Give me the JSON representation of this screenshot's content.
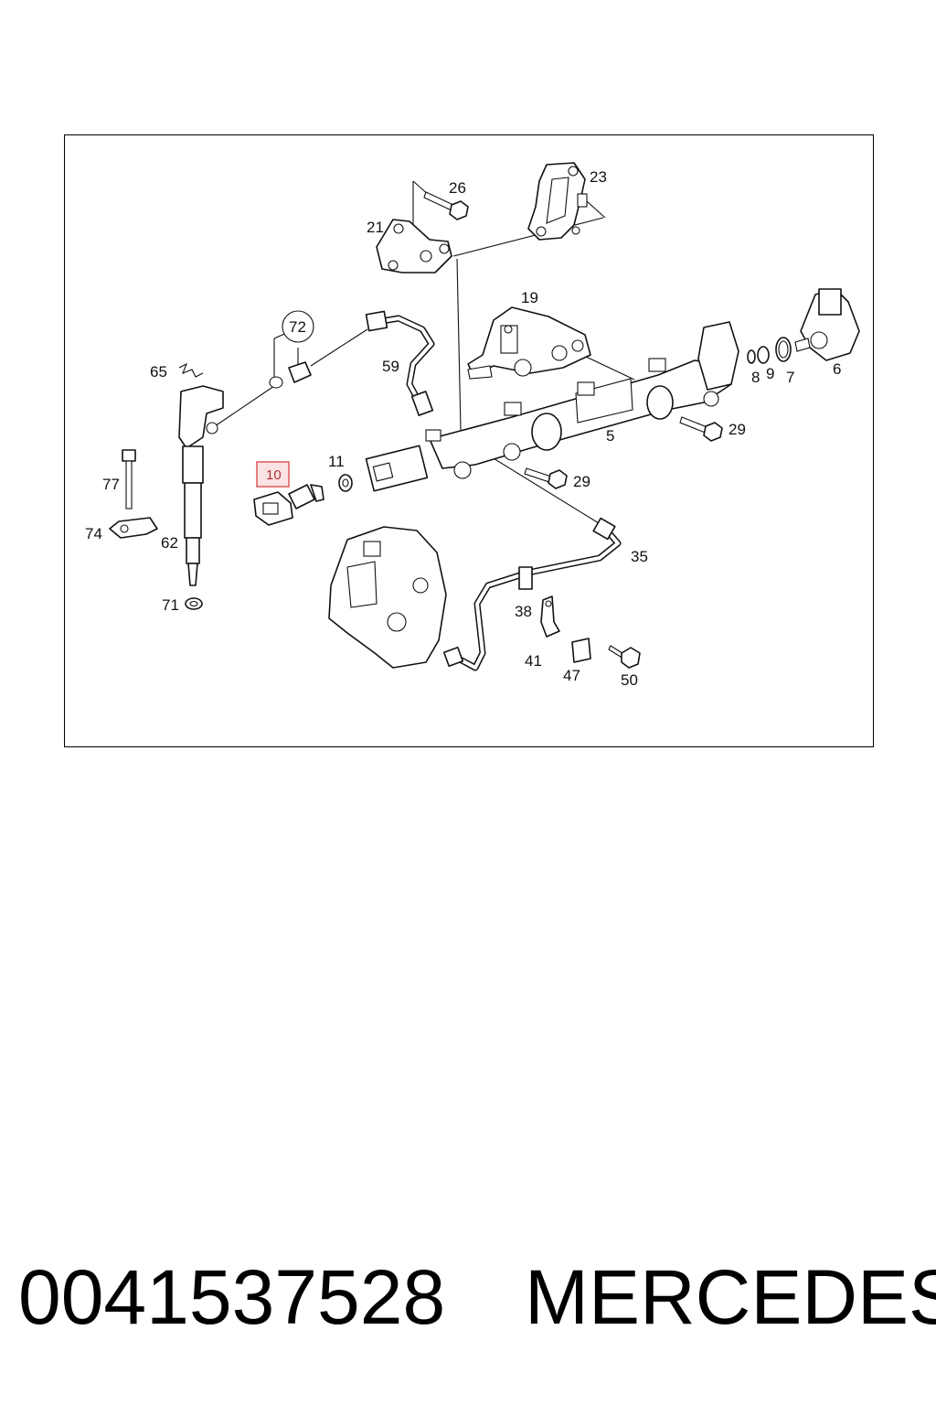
{
  "diagram": {
    "callouts": [
      "26",
      "23",
      "21",
      "19",
      "72",
      "59",
      "65",
      "8",
      "9",
      "7",
      "6",
      "11",
      "10",
      "5",
      "29",
      "29",
      "77",
      "74",
      "62",
      "35",
      "38",
      "41",
      "47",
      "50",
      "71"
    ],
    "highlighted_callout": "10",
    "highlight_color": "#e06060",
    "highlight_fill": "#fbe3e3"
  },
  "caption": {
    "part_number": "0041537528",
    "brand": "MERCEDES"
  }
}
